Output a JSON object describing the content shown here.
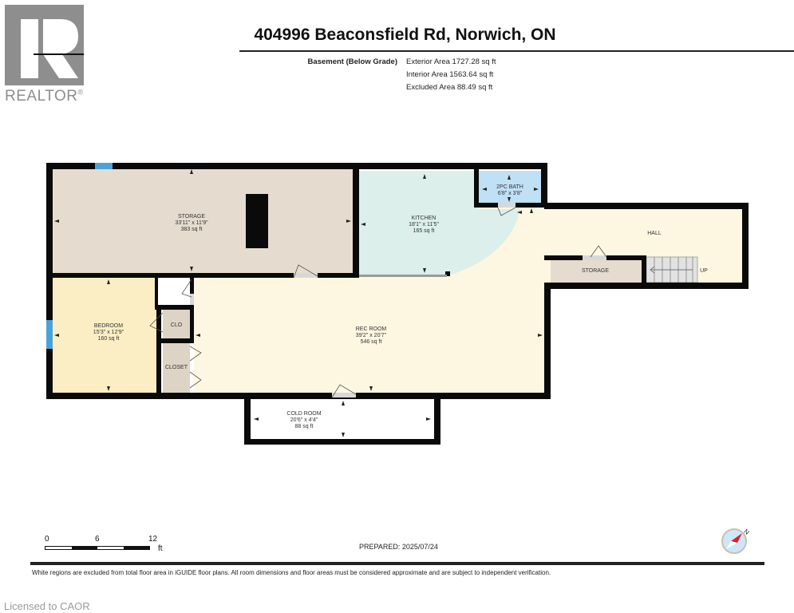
{
  "logo": {
    "brand": "REALTOR",
    "reg_mark": "®",
    "icon": "realtor-r-logo-icon"
  },
  "header": {
    "title": "404996 Beaconsfield Rd, Norwich, ON",
    "level": "Basement (Below Grade)",
    "areas": [
      "Exterior Area 1727.28 sq ft",
      "Interior Area 1563.64 sq ft",
      "Excluded Area 88.49 sq ft"
    ]
  },
  "colors": {
    "wall": "#0a0a0a",
    "storage": "#e5dccf",
    "kitchen": "#dcefea",
    "bath": "#bfe0f5",
    "living": "#fdf7e1",
    "bedroom": "#fbeec4",
    "closet": "#ddd4c6",
    "window": "#4aa3d8",
    "stairs": "#e2e2e2",
    "compass_red": "#d9202a",
    "compass_blue": "#cde7f7"
  },
  "rooms": {
    "storage_main": {
      "name": "STORAGE",
      "dims": "33'11\" x 11'9\"",
      "area": "383 sq ft"
    },
    "kitchen": {
      "name": "KITCHEN",
      "dims": "18'1\" x 11'5\"",
      "area": "165 sq ft"
    },
    "bath": {
      "name": "2PC BATH",
      "dims": "6'8\" x 3'8\""
    },
    "hall": {
      "name": "HALL"
    },
    "storage_small": {
      "name": "STORAGE"
    },
    "stairs": {
      "label": "UP"
    },
    "bedroom": {
      "name": "BEDROOM",
      "dims": "15'3\" x 12'9\"",
      "area": "160 sq ft"
    },
    "clo": {
      "name": "CLO"
    },
    "closet": {
      "name": "CLOSET"
    },
    "rec_room": {
      "name": "REC ROOM",
      "dims": "39'2\" x 20'7\"",
      "area": "546 sq ft"
    },
    "cold_room": {
      "name": "COLD ROOM",
      "dims": "20'6\" x 4'4\"",
      "area": "88 sq ft"
    }
  },
  "scale_bar": {
    "ticks": [
      "0",
      "6",
      "12"
    ],
    "unit": "ft"
  },
  "prepared": "PREPARED: 2025/07/24",
  "compass": {
    "label": "N"
  },
  "disclaimer": "White regions are excluded from total floor area in iGUIDE floor plans. All room dimensions and floor areas must be considered approximate and are subject to independent verification.",
  "watermark": "Licensed to CAOR"
}
